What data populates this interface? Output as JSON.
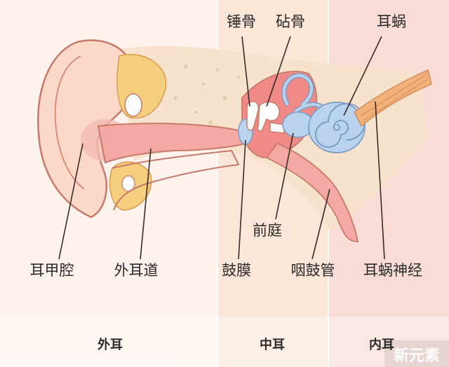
{
  "labels": {
    "hammer": "锤骨",
    "anvil": "砧骨",
    "cochlea": "耳蜗",
    "concha": "耳甲腔",
    "ear_canal": "外耳道",
    "eardrum": "鼓膜",
    "vestibule": "前庭",
    "eustachian_tube": "咽鼓管",
    "cochlear_nerve": "耳蜗神经"
  },
  "sections": {
    "outer": "外耳",
    "middle": "中耳",
    "inner": "内耳"
  },
  "watermark": "新元素",
  "colors": {
    "outer_bg": "#fdf3ec",
    "middle_bg": "#fbe6d8",
    "inner_bg": "#f9dcd6",
    "skin": "#fbd9c8",
    "canal_pink": "#f4a9a4",
    "bone": "#f7e6cf",
    "cartilage_yellow": "#f6cf7e",
    "cochlea_blue": "#b9d3ef",
    "middle_red": "#f08a86",
    "nerve_orange": "#f2b07a"
  }
}
